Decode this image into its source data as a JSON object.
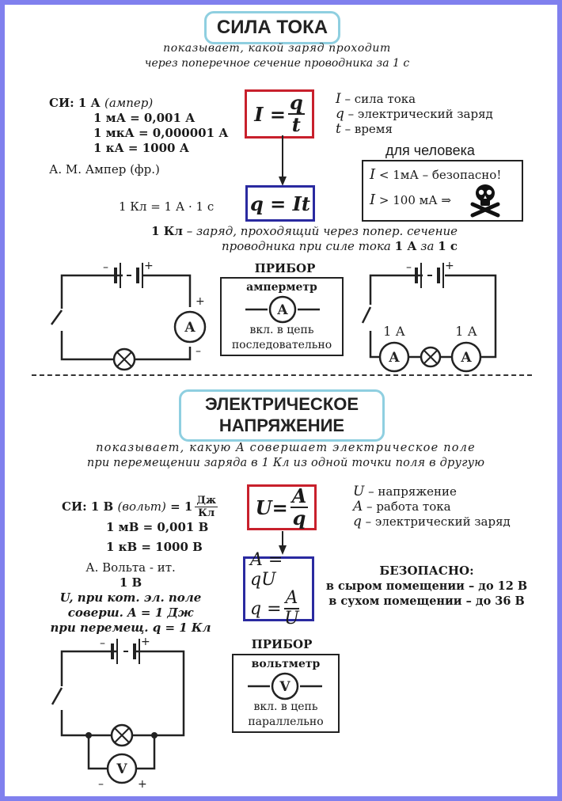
{
  "colors": {
    "frame": "#8080ee",
    "title_border": "#8fcfe0",
    "formula_red": "#c8202c",
    "formula_blue": "#2a2aa0"
  },
  "current": {
    "title": "СИЛА ТОКА",
    "definition": [
      "показывает, какой заряд проходит",
      "через поперечное сечение проводника за 1 с"
    ],
    "si_label": "СИ: 1 А",
    "si_unit_name": "(ампер)",
    "units": [
      "1 мА = 0,001 А",
      "1 мкА = 0,000001 А",
      "1 кА = 1000 А"
    ],
    "scientist": "А. М. Ампер (фр.)",
    "formula_main": {
      "lhs": "I =",
      "num": "q",
      "den": "t"
    },
    "formula_derived": "q = It",
    "coulomb_eq": "1 Кл = 1 А · 1 с",
    "legend": [
      {
        "sym": "I",
        "text": " – сила тока"
      },
      {
        "sym": "q",
        "text": " – электрический заряд"
      },
      {
        "sym": "t",
        "text": " – время"
      }
    ],
    "safety_heading": "для человека",
    "safety_lines": [
      {
        "sym": "I",
        "text": " < 1мА – безопасно!"
      },
      {
        "sym": "I",
        "text": " > 100 мА ⇒"
      }
    ],
    "danger_icon": "skull-crossbones-icon",
    "coulomb_def": {
      "bold1": "1 Кл",
      "italic1": " – заряд, проходящий через попер. сечение",
      "italic2": "проводника при силе тока ",
      "bold2": "1 А",
      "italic3": " за ",
      "bold3": "1 с"
    },
    "device": {
      "heading": "ПРИБОР",
      "name": "амперметр",
      "symbol": "A",
      "line1": "вкл. в цепь",
      "line2": "последовательно"
    },
    "circuit1": {
      "meter": "A",
      "plus": "+",
      "minus": "–"
    },
    "circuit2": {
      "meter": "A",
      "reading_left": "1 А",
      "reading_right": "1 А"
    }
  },
  "voltage": {
    "title_line1": "ЭЛЕКТРИЧЕСКОЕ",
    "title_line2": "НАПРЯЖЕНИЕ",
    "definition": [
      "показывает, какую A совершает электрическое поле",
      "при перемещении заряда в 1 Кл из одной точки поля в другую"
    ],
    "si_label": "СИ: 1 В",
    "si_unit_name": "(вольт)",
    "si_eq": "= 1",
    "si_frac": {
      "num": "Дж",
      "den": "Кл"
    },
    "units": [
      "1 мВ = 0,001 В",
      "1 кВ = 1000 В"
    ],
    "scientist": "А. Вольта - ит.",
    "one_volt": "1 В",
    "volt_def": [
      "U, при кот. эл. поле",
      "соверш. A = 1 Дж",
      "при перемещ. q = 1 Кл"
    ],
    "formula_main": {
      "lhs": "U=",
      "num": "A",
      "den": "q"
    },
    "formula_derived1": "A = qU",
    "formula_derived2": {
      "lhs": "q =",
      "num": "A",
      "den": "U"
    },
    "legend": [
      {
        "sym": "U",
        "text": " – напряжение"
      },
      {
        "sym": "A",
        "text": " – работа тока"
      },
      {
        "sym": "q",
        "text": " – электрический заряд"
      }
    ],
    "safety_heading": "БЕЗОПАСНО:",
    "safety_lines": [
      "в сыром помещении – до 12 В",
      "в сухом помещении – до 36 В"
    ],
    "device": {
      "heading": "ПРИБОР",
      "name": "вольтметр",
      "symbol": "V",
      "line1": "вкл. в цепь",
      "line2": "параллельно"
    },
    "circuit": {
      "meter": "V",
      "plus": "+",
      "minus": "–"
    }
  }
}
